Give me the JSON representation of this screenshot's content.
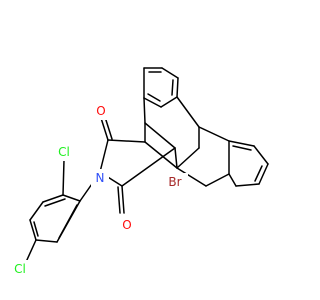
{
  "molecule": {
    "atoms": {
      "o_top": {
        "label": "O",
        "color": "#ff0d0d"
      },
      "o_bottom": {
        "label": "O",
        "color": "#ff0d0d"
      },
      "n": {
        "label": "N",
        "color": "#3050f8"
      },
      "br": {
        "label": "Br",
        "color": "#a62929"
      },
      "cl_top": {
        "label": "Cl",
        "color": "#1ff01f"
      },
      "cl_bottom": {
        "label": "Cl",
        "color": "#1ff01f"
      }
    }
  }
}
